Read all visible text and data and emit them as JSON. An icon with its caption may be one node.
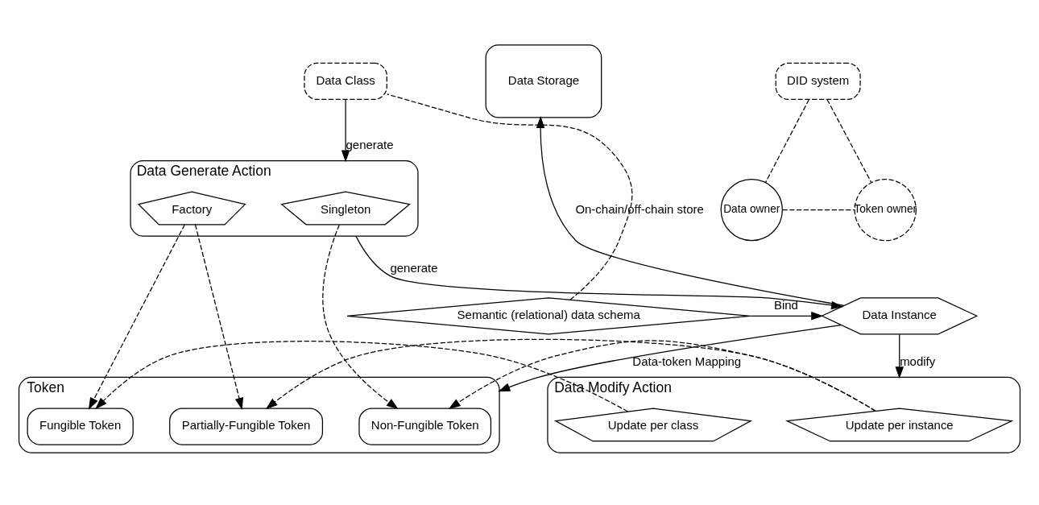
{
  "diagram": {
    "nodes": [
      {
        "text": [
          "Data Class"
        ]
      },
      {
        "text": [
          "Data Generate Action"
        ]
      },
      {
        "text": [
          "Singleton"
        ],
        "in": 1
      },
      {
        "text": [
          "Factory"
        ],
        "in": 1
      },
      {
        "text": [
          "Data Storage"
        ]
      },
      {
        "text": [
          "DID system"
        ]
      },
      {
        "text": [
          "Data owner"
        ]
      },
      {
        "text": [
          "Token owner"
        ]
      },
      {
        "text": [
          "Semantic (relational) data schema"
        ]
      },
      {
        "text": [
          "Data Instance"
        ]
      },
      {
        "text": [
          "Token"
        ]
      },
      {
        "text": [
          "Non-Fungible Token"
        ],
        "in": 10
      },
      {
        "text": [
          "Partially-Fungible Token"
        ],
        "in": 10
      },
      {
        "text": [
          "Fungible Token"
        ],
        "in": 10
      },
      {
        "text": [
          "Data Modify Action"
        ]
      },
      {
        "text": [
          "Update per instance"
        ],
        "in": 14
      },
      {
        "text": [
          "Update per class"
        ],
        "in": 14
      }
    ],
    "edges": [
      {
        "from": 0,
        "to": 1,
        "arrow": "to",
        "label": "generate"
      },
      {
        "from": 8,
        "to": 0,
        "arrow": "none",
        "style": "dashed"
      },
      {
        "from": 1,
        "to": 9,
        "arrow": "to",
        "label": "generate"
      },
      {
        "from": 9,
        "to": 4,
        "arrow": "to",
        "label": "On-chain/off-chain store"
      },
      {
        "from": 8,
        "to": 9,
        "arrow": "to",
        "label": "Bind"
      },
      {
        "from": 9,
        "to": 10,
        "arrow": "to",
        "label": "Data-token Mapping"
      },
      {
        "from": 9,
        "to": 14,
        "arrow": "to",
        "label": "modify"
      },
      {
        "from": 2,
        "to": 11,
        "arrow": "to",
        "style": "dashed"
      },
      {
        "from": 3,
        "to": 12,
        "arrow": "to",
        "style": "dashed"
      },
      {
        "from": 3,
        "to": 13,
        "arrow": "to",
        "style": "dashed"
      },
      {
        "from": 15,
        "to": 11,
        "arrow": "to",
        "style": "dashed"
      },
      {
        "from": 15,
        "to": 12,
        "arrow": "to",
        "style": "dashed"
      },
      {
        "from": 16,
        "to": 13,
        "arrow": "to",
        "style": "dashed"
      },
      {
        "from": 5,
        "to": 6,
        "arrow": "none",
        "style": "dashed"
      },
      {
        "from": 5,
        "to": 7,
        "arrow": "none",
        "style": "dashed"
      },
      {
        "from": 6,
        "to": 7,
        "arrow": "none",
        "style": "dashed"
      }
    ]
  }
}
